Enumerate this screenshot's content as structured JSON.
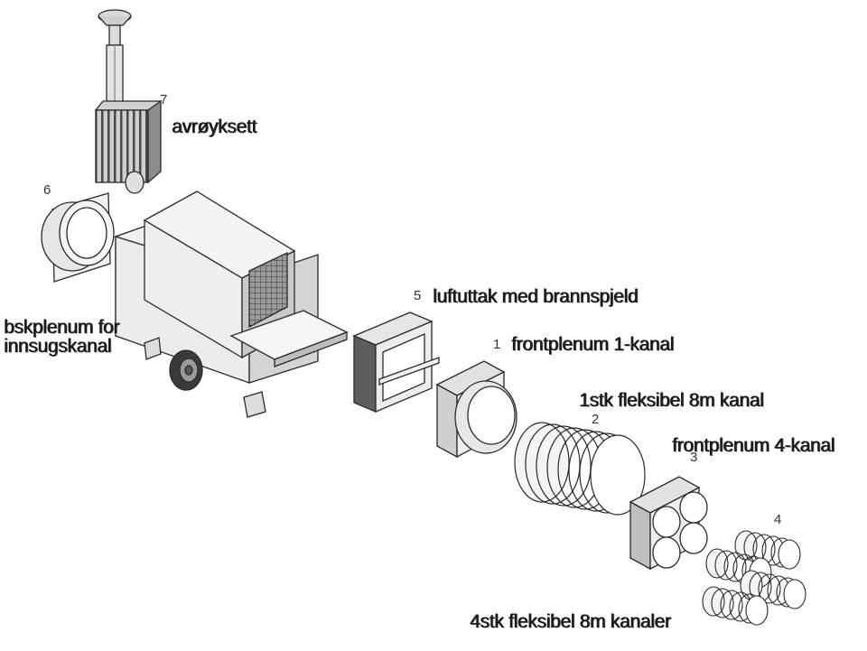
{
  "parts": [
    {
      "number": "7",
      "label": "avrøyksett"
    },
    {
      "number": "6",
      "label_line1": "bskplenum for",
      "label_line2": "innsugskanal"
    },
    {
      "number": "5",
      "label": "luftuttak med brannspjeld"
    },
    {
      "number": "1",
      "label": "frontplenum  1-kanal"
    },
    {
      "number": "2",
      "label": "1stk fleksibel 8m kanal"
    },
    {
      "number": "3",
      "label": "frontplenum 4-kanal"
    },
    {
      "number": "4",
      "label": "4stk fleksibel 8m kanaler"
    }
  ],
  "colors": {
    "line": "#2a2a2a",
    "fill_light": "#e9e9e9",
    "fill_mid": "#bdbdbd",
    "fill_dark": "#6a6a6a"
  }
}
